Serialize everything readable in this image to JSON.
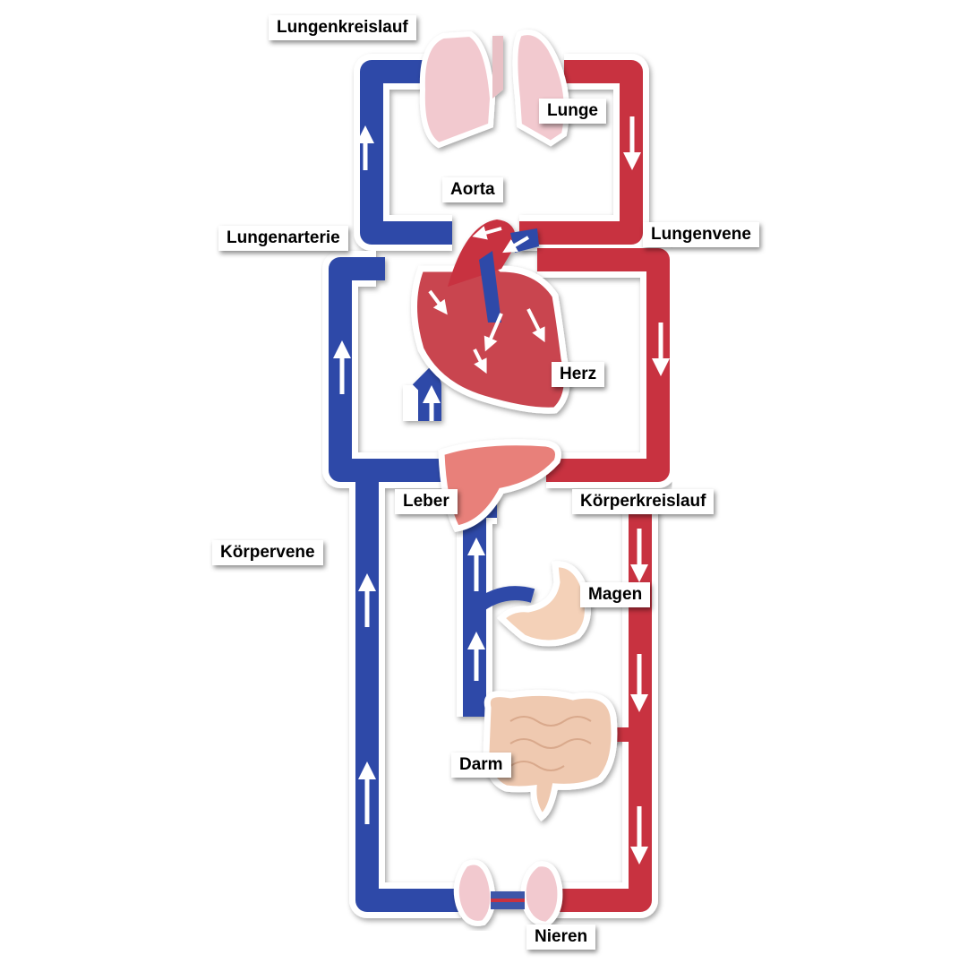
{
  "colors": {
    "vein": "#2f4aa8",
    "artery": "#c8303f",
    "arrow": "#ffffff",
    "background": "#ffffff"
  },
  "labels": {
    "pulmonary_circulation": "Lungenkreislauf",
    "lung": "Lunge",
    "aorta": "Aorta",
    "pulmonary_artery": "Lungenarterie",
    "pulmonary_vein": "Lungenvene",
    "heart": "Herz",
    "liver": "Leber",
    "systemic_circulation": "Körperkreislauf",
    "body_vein": "Körpervene",
    "stomach": "Magen",
    "intestine": "Darm",
    "kidneys": "Nieren"
  }
}
